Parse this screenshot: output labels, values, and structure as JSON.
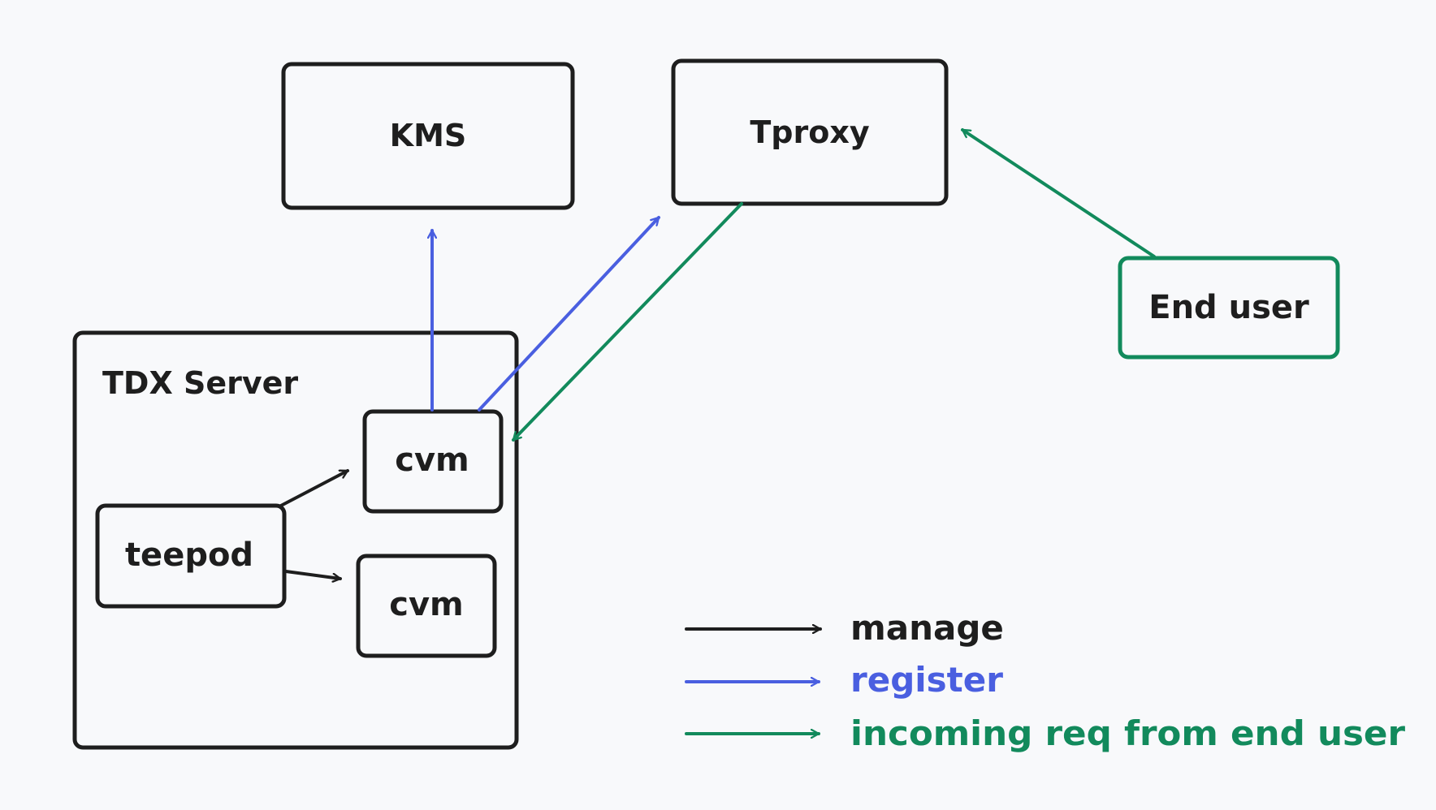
{
  "nodes": {
    "kms": {
      "label": "KMS"
    },
    "tproxy": {
      "label": "Tproxy"
    },
    "end_user": {
      "label": "End user"
    },
    "tdx_server": {
      "label": "TDX Server"
    },
    "cvm_top": {
      "label": "cvm"
    },
    "cvm_bottom": {
      "label": "cvm"
    },
    "teepod": {
      "label": "teepod"
    }
  },
  "legend": [
    {
      "label": "manage",
      "color": "#1e1e1e"
    },
    {
      "label": "register",
      "color": "#4a5fe0"
    },
    {
      "label": "incoming req from end user",
      "color": "#128a5c"
    }
  ],
  "edges": [
    {
      "from": "teepod",
      "to": "cvm_top",
      "kind": "manage"
    },
    {
      "from": "teepod",
      "to": "cvm_bottom",
      "kind": "manage"
    },
    {
      "from": "cvm_top",
      "to": "kms",
      "kind": "register"
    },
    {
      "from": "cvm_top",
      "to": "tproxy",
      "kind": "register"
    },
    {
      "from": "tproxy",
      "to": "cvm_top",
      "kind": "incoming req from end user"
    },
    {
      "from": "end_user",
      "to": "tproxy",
      "kind": "incoming req from end user"
    }
  ]
}
